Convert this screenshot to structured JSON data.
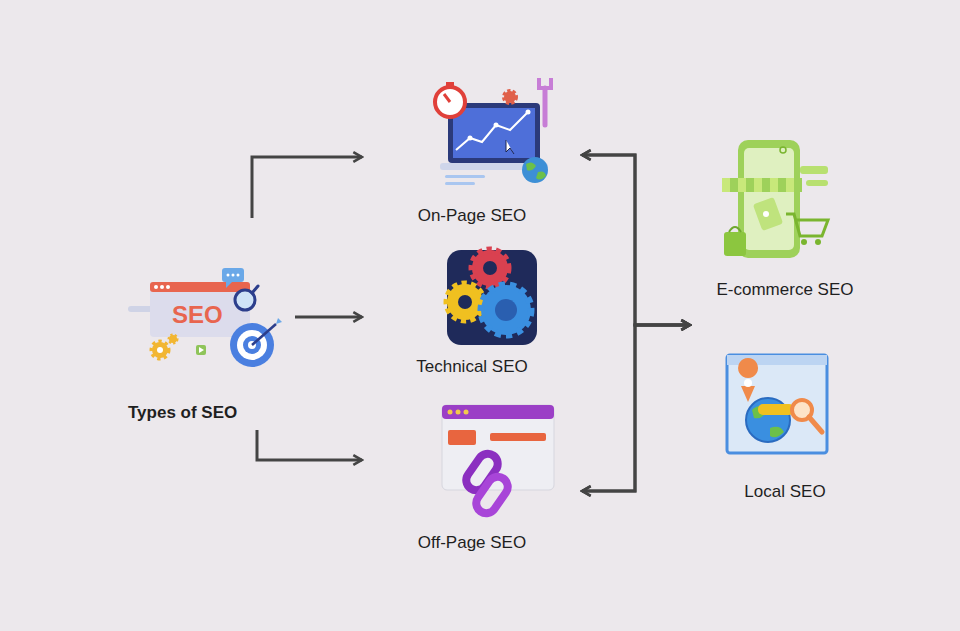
{
  "diagram": {
    "nodes": [
      {
        "text": [
          "Types of SEO"
        ]
      },
      {
        "text": [
          "On-Page SEO"
        ]
      },
      {
        "text": [
          "Technical SEO"
        ]
      },
      {
        "text": [
          "Off-Page SEO"
        ]
      },
      {
        "text": [
          "E-commerce SEO"
        ]
      },
      {
        "text": [
          "Local SEO"
        ]
      }
    ],
    "edges": [
      {
        "from": 0,
        "to": 1,
        "arrow": "to"
      },
      {
        "from": 0,
        "to": 2,
        "arrow": "to"
      },
      {
        "from": 0,
        "to": 3,
        "arrow": "to"
      },
      {
        "from": 1,
        "to": 4,
        "arrow": "both"
      },
      {
        "from": 1,
        "to": 5,
        "arrow": "both"
      },
      {
        "from": 3,
        "to": 4,
        "arrow": "both"
      },
      {
        "from": 3,
        "to": 5,
        "arrow": "both"
      }
    ],
    "labels": [
      "SEO"
    ]
  }
}
